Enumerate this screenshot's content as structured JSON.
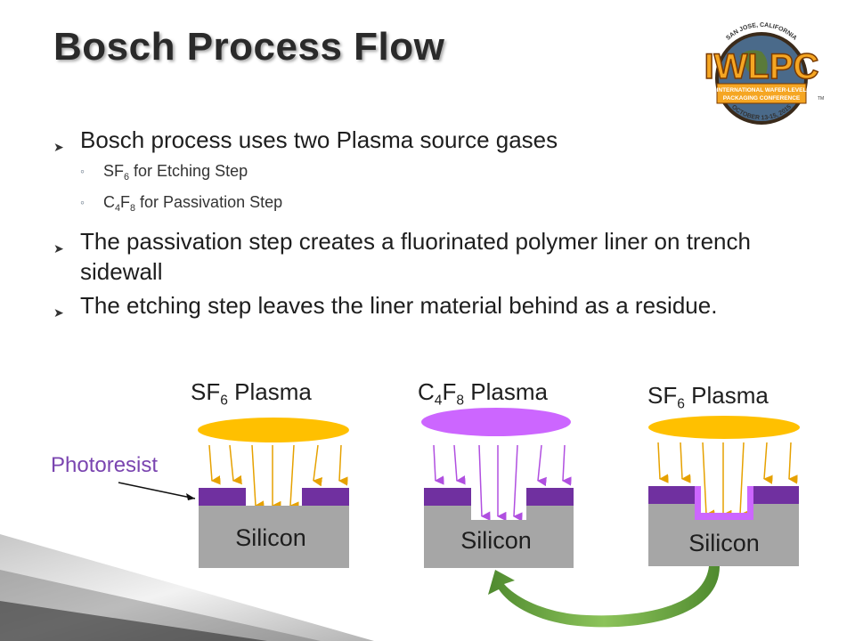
{
  "title": "Bosch Process Flow",
  "bullets": [
    {
      "text": "Bosch process uses two Plasma source gases"
    },
    {
      "text": "The passivation step creates a fluorinated polymer liner on trench sidewall"
    },
    {
      "text": "The etching step leaves the liner material behind as a residue."
    }
  ],
  "sub_bullets": [
    {
      "gas_main": "SF",
      "gas_sub": "6",
      "rest": " for Etching Step"
    },
    {
      "gas_c": "C",
      "c_sub": "4",
      "gas_f": "F",
      "f_sub": "8",
      "rest": " for Passivation Step"
    }
  ],
  "diagram": {
    "stage1": {
      "gas": "SF",
      "gas_sub": "6",
      "suffix": " Plasma",
      "substrate": "Silicon"
    },
    "stage2": {
      "gas_c": "C",
      "c_sub": "4",
      "gas_f": "F",
      "f_sub": "8",
      "suffix": " Plasma",
      "substrate": "Silicon"
    },
    "stage3": {
      "gas": "SF",
      "gas_sub": "6",
      "suffix": " Plasma",
      "substrate": "Silicon"
    },
    "photoresist_label": "Photoresist"
  },
  "logo": {
    "top_text": "SAN JOSE, CALIFORNIA",
    "main_text": "IWLPC",
    "banner_line1": "INTERNATIONAL WAFER-LEVEL",
    "banner_line2": "PACKAGING CONFERENCE",
    "tm": "TM",
    "bottom_text": "OCTOBER 13-15, 2015"
  },
  "colors": {
    "etch_plasma": "#ffc000",
    "passivation_plasma": "#cc66ff",
    "photoresist": "#7030a0",
    "silicon": "#a6a6a6",
    "cycle_arrow": "#70ad47",
    "logo_orange": "#f5a623",
    "logo_blue": "#1f6fb2"
  }
}
